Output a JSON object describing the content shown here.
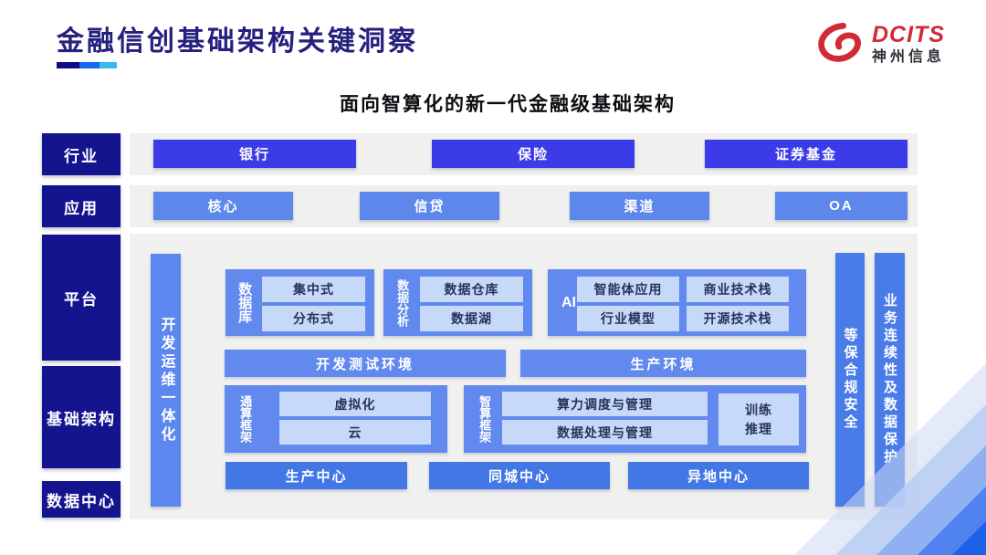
{
  "header": {
    "title": "金融信创基础架构关键洞察",
    "logo": {
      "brand": "DCITS",
      "company": "神州信息"
    }
  },
  "subtitle": "面向智算化的新一代金融级基础架构",
  "rows": {
    "industry": {
      "label": "行业",
      "items": [
        "银行",
        "保险",
        "证券基金"
      ]
    },
    "application": {
      "label": "应用",
      "items": [
        "核心",
        "信贷",
        "渠道",
        "OA"
      ]
    },
    "platform_label": "平台",
    "infrastructure_label": "基础架构",
    "datacenter_label": "数据中心"
  },
  "platform": {
    "devops": "开发运维一体化",
    "security": "等保合规安全",
    "continuity": "业务连续性及数据保护",
    "database": {
      "label": "数据库",
      "items": [
        "集中式",
        "分布式"
      ]
    },
    "analytics": {
      "label": "数据分析",
      "items": [
        "数据仓库",
        "数据湖"
      ]
    },
    "ai": {
      "label": "AI",
      "items": [
        "智能体应用",
        "商业技术栈",
        "行业模型",
        "开源技术栈"
      ]
    },
    "dev_env": "开发测试环境",
    "prod_env": "生产环境",
    "general_framework": {
      "label": "通算框架",
      "items": [
        "虚拟化",
        "云"
      ]
    },
    "ai_framework": {
      "label": "智算框架",
      "items": [
        "算力调度与管理",
        "数据处理与管理"
      ],
      "train_infer": "训练\n推理"
    },
    "centers": [
      "生产中心",
      "同城中心",
      "异地中心"
    ]
  },
  "colors": {
    "title_indigo": "#24207e",
    "dark_navy": "#14148f",
    "vivid_blue": "#3b3be8",
    "medium_blue": "#5d87ea",
    "group_blue": "#6189ee",
    "center_blue": "#4377e6",
    "light_box": "#c7d9f8",
    "panel_gray": "#f0f0ee",
    "logo_red": "#d22a36"
  }
}
